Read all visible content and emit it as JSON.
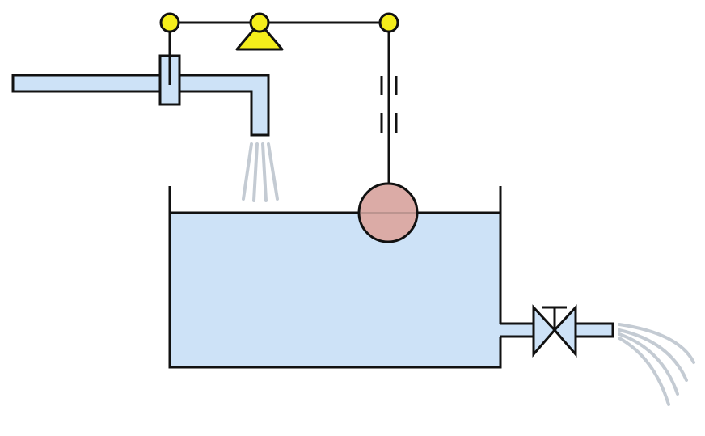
{
  "diagram": {
    "title": "",
    "components": [
      {
        "id": "inlet-pipe",
        "icon": "inlet-pipe-icon"
      },
      {
        "id": "inlet-valve",
        "icon": "inlet-valve-icon"
      },
      {
        "id": "inflow-stream",
        "icon": "inflow-stream-icon"
      },
      {
        "id": "lever-arm",
        "icon": "lever-arm-icon"
      },
      {
        "id": "pivot-support",
        "icon": "pivot-triangle-icon"
      },
      {
        "id": "float-rod",
        "icon": "float-rod-icon"
      },
      {
        "id": "float-ball",
        "icon": "float-ball-icon"
      },
      {
        "id": "tank",
        "icon": "tank-icon"
      },
      {
        "id": "outlet-valve",
        "icon": "outlet-valve-icon"
      },
      {
        "id": "outflow-stream",
        "icon": "outflow-stream-icon"
      }
    ],
    "colors": {
      "water": "#cde2f7",
      "joint": "#f5ee1b",
      "float": "#dbaba6",
      "stream": "#c4cbd3",
      "outline": "#111111"
    }
  }
}
